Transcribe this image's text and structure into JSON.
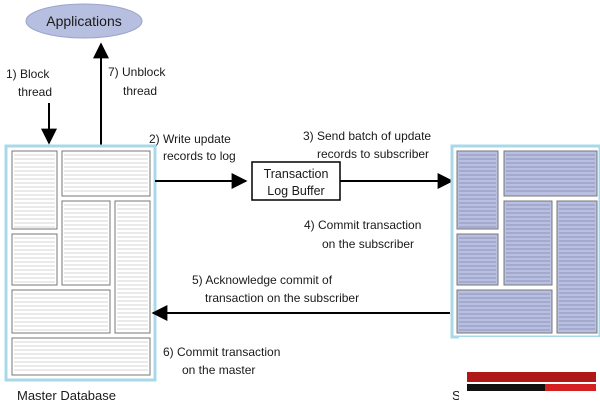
{
  "applications": {
    "label": "Applications",
    "fill": "#b7bfe0",
    "stroke": "#9aa3cc"
  },
  "steps": {
    "block": [
      "1) Block",
      "thread"
    ],
    "unblock": [
      "7) Unblock",
      "thread"
    ],
    "write": [
      "2) Write update",
      "records to log"
    ],
    "send": [
      "3) Send batch of update",
      "records to subscriber"
    ],
    "commit_sub": [
      "4) Commit transaction",
      "on the subscriber"
    ],
    "ack": [
      "5) Acknowledge commit of",
      "transaction on the subscriber"
    ],
    "commit_master": [
      "6) Commit transaction",
      "on the master"
    ]
  },
  "buffer": {
    "lines": [
      "Transaction",
      "Log Buffer"
    ]
  },
  "master": {
    "label": "Master Database",
    "frame_color": "#a9d8e8",
    "block_fill": "#ffffff",
    "line_color": "#c8c8c8"
  },
  "subscriber": {
    "label": "S",
    "frame_color": "#a9d8e8",
    "block_fill": "#b9bfe0",
    "line_color": "#7f86b0"
  },
  "watermark": {
    "colors": [
      "#b01818",
      "#d42020",
      "#111111"
    ]
  }
}
